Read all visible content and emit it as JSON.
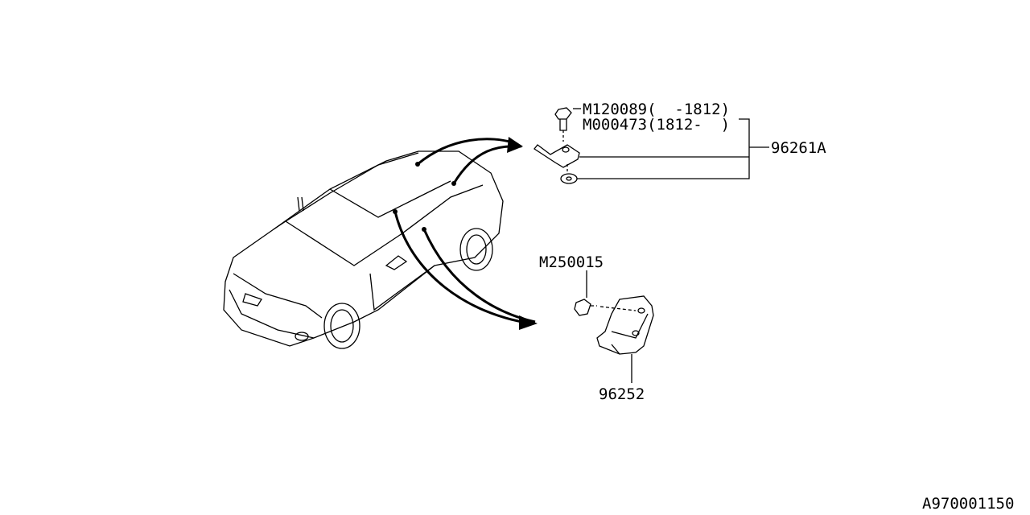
{
  "diagram": {
    "parts": {
      "bolt_old": "M120089(  -1812)",
      "bolt_new": "M000473(1812-  )",
      "bracket_assembly": "96261A",
      "bolt_lower": "M250015",
      "bracket_lower": "96252"
    },
    "figure_code": "A970001150"
  }
}
